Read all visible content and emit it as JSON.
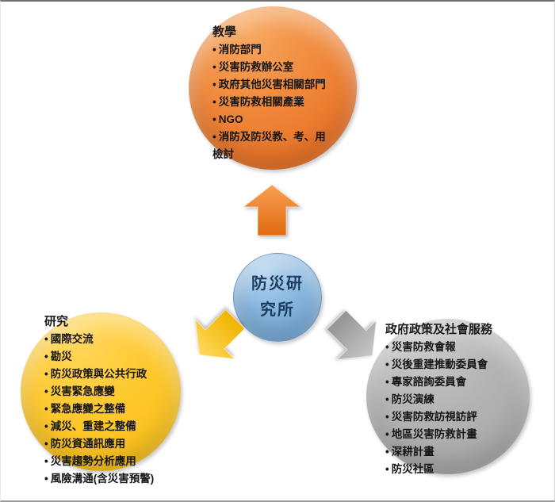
{
  "diagram": {
    "center": {
      "label_line1": "防災研",
      "label_line2": "究所",
      "fill": "#7FB2E0",
      "text_color": "#1C3D5E"
    },
    "teaching": {
      "title": "教學",
      "fill": "#ED7D31",
      "items": [
        "消防部門",
        "災害防救辦公室",
        "政府其他災害相關部門",
        "災害防救相關產業",
        "NGO",
        "消防及防災教、考、用檢討"
      ]
    },
    "research": {
      "title": "研究",
      "fill": "#FEC92F",
      "items": [
        "國際交流",
        "勘災",
        "防災政策與公共行政",
        "災害緊急應變",
        "緊急應變之整備",
        "減災、重建之整備",
        "防災資通訊應用",
        "災害趨勢分析應用",
        "風險溝通(含災害預警)"
      ]
    },
    "service": {
      "title": "政府政策及社會服務",
      "fill": "#ABABAB",
      "items": [
        "災害防救會報",
        "災後重建推動委員會",
        "專家諮詢委員會",
        "防災演練",
        "災害防救訪視訪評",
        "地區災害防救計畫",
        "深耕計畫",
        "防災社區"
      ]
    },
    "arrows": {
      "up_color": "#ED7D31",
      "left_color": "#FFC91E",
      "right_color": "#A9A9A9"
    }
  }
}
